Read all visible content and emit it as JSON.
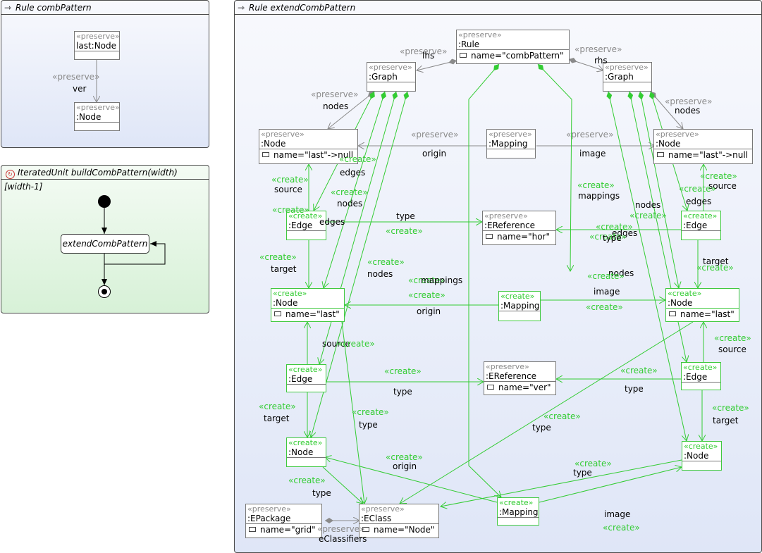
{
  "colors": {
    "create": "#33cc33",
    "preserve": "#8a8a8a",
    "rule_bg": "#dfe6f7",
    "iter_bg": "#d7f1d7"
  },
  "icons": {
    "rule": "arrow-right-icon",
    "iterated": "iterated-unit-icon"
  },
  "panels": {
    "comb": {
      "title": "Rule combPattern"
    },
    "iter": {
      "title": "IteratedUnit buildCombPattern(width) [width-1]",
      "action": "extendCombPattern"
    },
    "ext": {
      "title": "Rule extendCombPattern"
    }
  },
  "stereo": {
    "preserve": "«preserve»",
    "create": "«create»"
  },
  "comb": {
    "n1": {
      "name": "last:Node"
    },
    "n2": {
      "name": ":Node"
    },
    "edge": {
      "stereo": "«preserve»",
      "ref": "ver"
    }
  },
  "ext": {
    "rule": {
      "name": ":Rule",
      "attr": "name=\"combPattern\""
    },
    "glhs": {
      "name": ":Graph"
    },
    "grhs": {
      "name": ":Graph"
    },
    "nlp": {
      "name": ":Node",
      "attr": "name=\"last\"->null"
    },
    "mtop": {
      "name": ":Mapping"
    },
    "nrp": {
      "name": ":Node",
      "attr": "name=\"last\"->null"
    },
    "el1": {
      "name": ":Edge"
    },
    "erhor": {
      "name": ":EReference",
      "attr": "name=\"hor\""
    },
    "er1": {
      "name": ":Edge"
    },
    "nl1": {
      "name": ":Node",
      "attr": "name=\"last\""
    },
    "m2": {
      "name": ":Mapping"
    },
    "nr1": {
      "name": ":Node",
      "attr": "name=\"last\""
    },
    "el2": {
      "name": ":Edge"
    },
    "erver": {
      "name": ":EReference",
      "attr": "name=\"ver\""
    },
    "er2": {
      "name": ":Edge"
    },
    "nl2": {
      "name": ":Node"
    },
    "nr2": {
      "name": ":Node"
    },
    "epkg": {
      "name": ":EPackage",
      "attr": "name=\"grid\""
    },
    "ecls": {
      "name": ":EClass",
      "attr": "name=\"Node\""
    },
    "m3": {
      "name": ":Mapping"
    }
  },
  "edge_labels": {
    "lhs": "lhs",
    "rhs": "rhs",
    "nodes": "nodes",
    "origin": "origin",
    "image": "image",
    "edges": "edges",
    "source": "source",
    "target": "target",
    "type": "type",
    "mappings": "mappings",
    "eClassifiers": "eClassifiers"
  }
}
